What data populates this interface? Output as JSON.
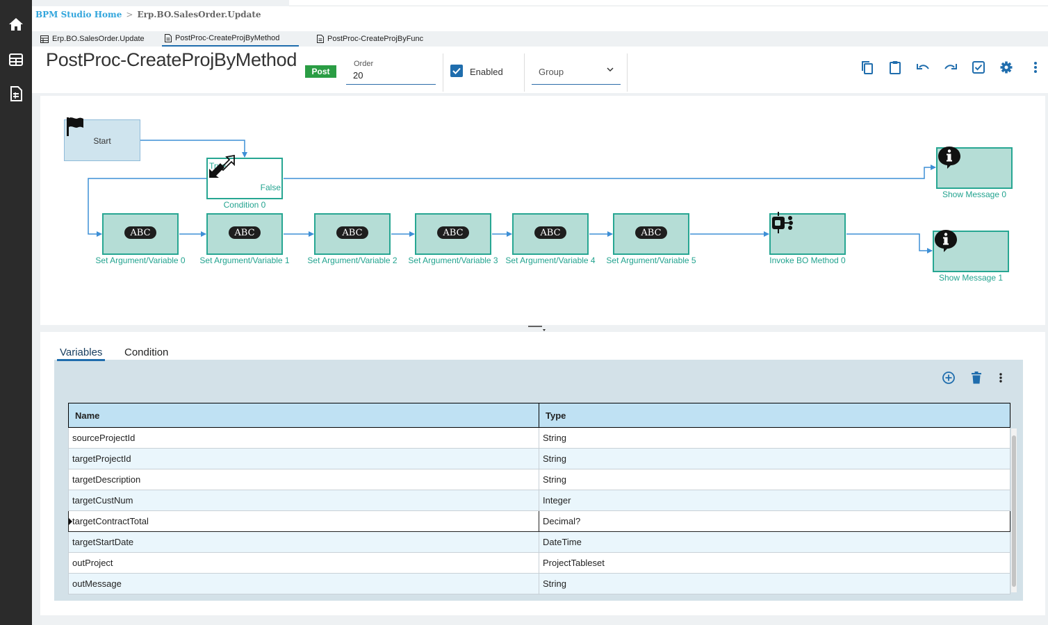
{
  "breadcrumb": {
    "home": "BPM Studio Home",
    "separator": ">",
    "current": "Erp.BO.SalesOrder.Update"
  },
  "tabs": [
    {
      "label": "Erp.BO.SalesOrder.Update",
      "icon": "table-icon"
    },
    {
      "label": "PostProc-CreateProjByMethod",
      "icon": "document-icon",
      "active": true
    },
    {
      "label": "PostProc-CreateProjByFunc",
      "icon": "document-icon"
    }
  ],
  "header": {
    "title": "PostProc-CreateProjByMethod",
    "badge": "Post",
    "order_label": "Order",
    "order_value": "20",
    "enabled_label": "Enabled",
    "enabled_checked": true,
    "group_label": "Group"
  },
  "toolbar": [
    "copy-icon",
    "clipboard-icon",
    "undo-icon",
    "redo-icon",
    "validate-icon",
    "settings-icon",
    "more-vertical-icon"
  ],
  "nodes": {
    "start": "Start",
    "condition": {
      "label": "Condition 0",
      "true_label": "True",
      "false_label": "False"
    },
    "set_args": [
      "Set Argument/Variable 0",
      "Set Argument/Variable 1",
      "Set Argument/Variable 2",
      "Set Argument/Variable 3",
      "Set Argument/Variable 4",
      "Set Argument/Variable 5"
    ],
    "abc_glyph": "ABC",
    "invoke": "Invoke BO Method 0",
    "show_message_0": "Show Message 0",
    "show_message_1": "Show Message 1"
  },
  "panel": {
    "tabs": [
      "Variables",
      "Condition"
    ],
    "active_tab": "Variables",
    "columns": [
      "Name",
      "Type"
    ],
    "rows": [
      {
        "name": "sourceProjectId",
        "type": "String"
      },
      {
        "name": "targetProjectId",
        "type": "String"
      },
      {
        "name": "targetDescription",
        "type": "String"
      },
      {
        "name": "targetCustNum",
        "type": "Integer"
      },
      {
        "name": "targetContractTotal",
        "type": "Decimal?"
      },
      {
        "name": "targetStartDate",
        "type": "DateTime"
      },
      {
        "name": "outProject",
        "type": "ProjectTableset"
      },
      {
        "name": "outMessage",
        "type": "String"
      }
    ]
  },
  "colors": {
    "accent": "#1f6dad",
    "node_fill": "#b5ddd6",
    "node_border": "#27a692",
    "post_badge": "#2a9d44",
    "connector": "#3d8fd6"
  }
}
